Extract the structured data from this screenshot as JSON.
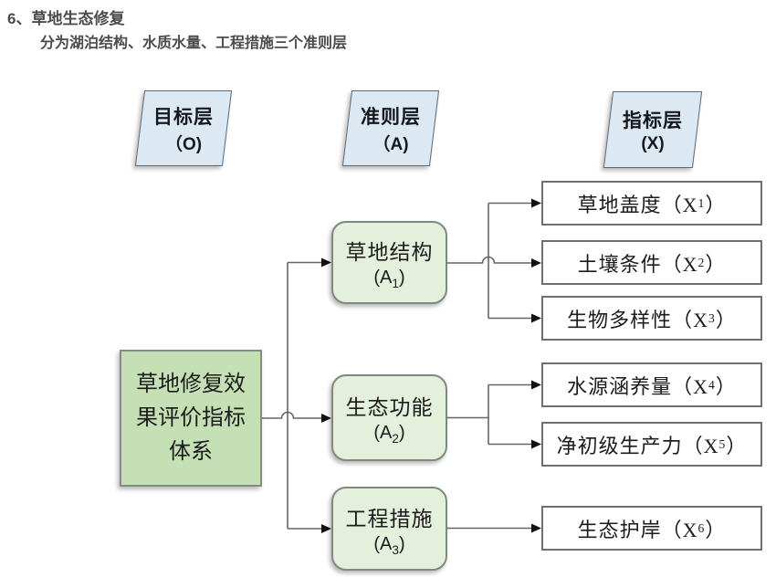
{
  "header": {
    "title": "6、草地生态修复",
    "subtitle": "分为湖泊结构、水质水量、工程措施三个准则层"
  },
  "layers": [
    {
      "label": "目标层",
      "code": "（O)"
    },
    {
      "label": "准则层",
      "code": "（A)"
    },
    {
      "label": "指标层",
      "code": "(X)"
    }
  ],
  "goal": {
    "lines": [
      "草地修复效",
      "果评价指标",
      "体系"
    ]
  },
  "criteria": [
    {
      "name": "草地结构",
      "code_prefix": "(A",
      "code_sub": "1",
      "code_suffix": ")"
    },
    {
      "name": "生态功能",
      "code_prefix": "(A",
      "code_sub": "2",
      "code_suffix": ")"
    },
    {
      "name": "工程措施",
      "code_prefix": "(A",
      "code_sub": "3",
      "code_suffix": ")"
    }
  ],
  "indicators": [
    {
      "prefix": "草地盖度（X",
      "sub": "1",
      "suffix": "）"
    },
    {
      "prefix": "土壤条件（X",
      "sub": "2",
      "suffix": "）"
    },
    {
      "prefix": "生物多样性（X",
      "sub": "3",
      "suffix": "）"
    },
    {
      "prefix": "水源涵养量（X",
      "sub": "4",
      "suffix": "）"
    },
    {
      "prefix": "净初级生产力（X",
      "sub": "5",
      "suffix": "）"
    },
    {
      "prefix": "生态护岸（X",
      "sub": "6",
      "suffix": "）"
    }
  ],
  "theme": {
    "parallelogram_fill": "#dce8f2",
    "goal_fill": "#c5e0b4",
    "criteria_fill": "#e4efdc",
    "indicator_fill": "#ffffff",
    "line_color": "#666666",
    "arrow_color": "#111111",
    "border_color": "#7a7a7a",
    "text_color": "#1c1c1c",
    "heading_color": "#4b4b4b"
  }
}
